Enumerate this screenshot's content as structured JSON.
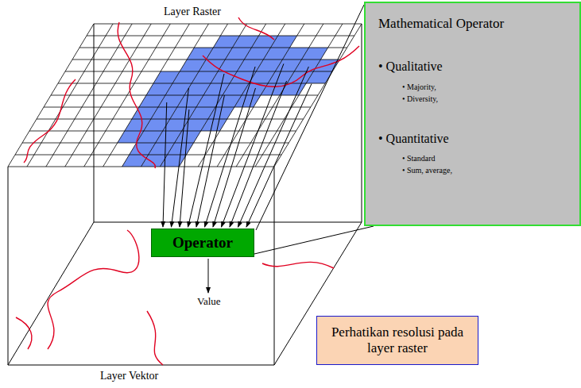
{
  "diagram": {
    "nodes": [
      {
        "text": [
          "Operator"
        ]
      },
      {
        "text": [
          "Mathematical Operator",
          "• Qualitative",
          "• Majority,",
          "• Diversity,",
          "• Quantitative",
          "• Standard",
          "• Sum, average,"
        ]
      },
      {
        "text": [
          "Perhatikan resolusi pada layer raster"
        ]
      }
    ],
    "edges": [
      {
        "from": 0,
        "to": 1,
        "arrow": "none"
      }
    ],
    "labels": [
      "Layer Raster",
      "Value",
      "Layer Vektor"
    ]
  }
}
